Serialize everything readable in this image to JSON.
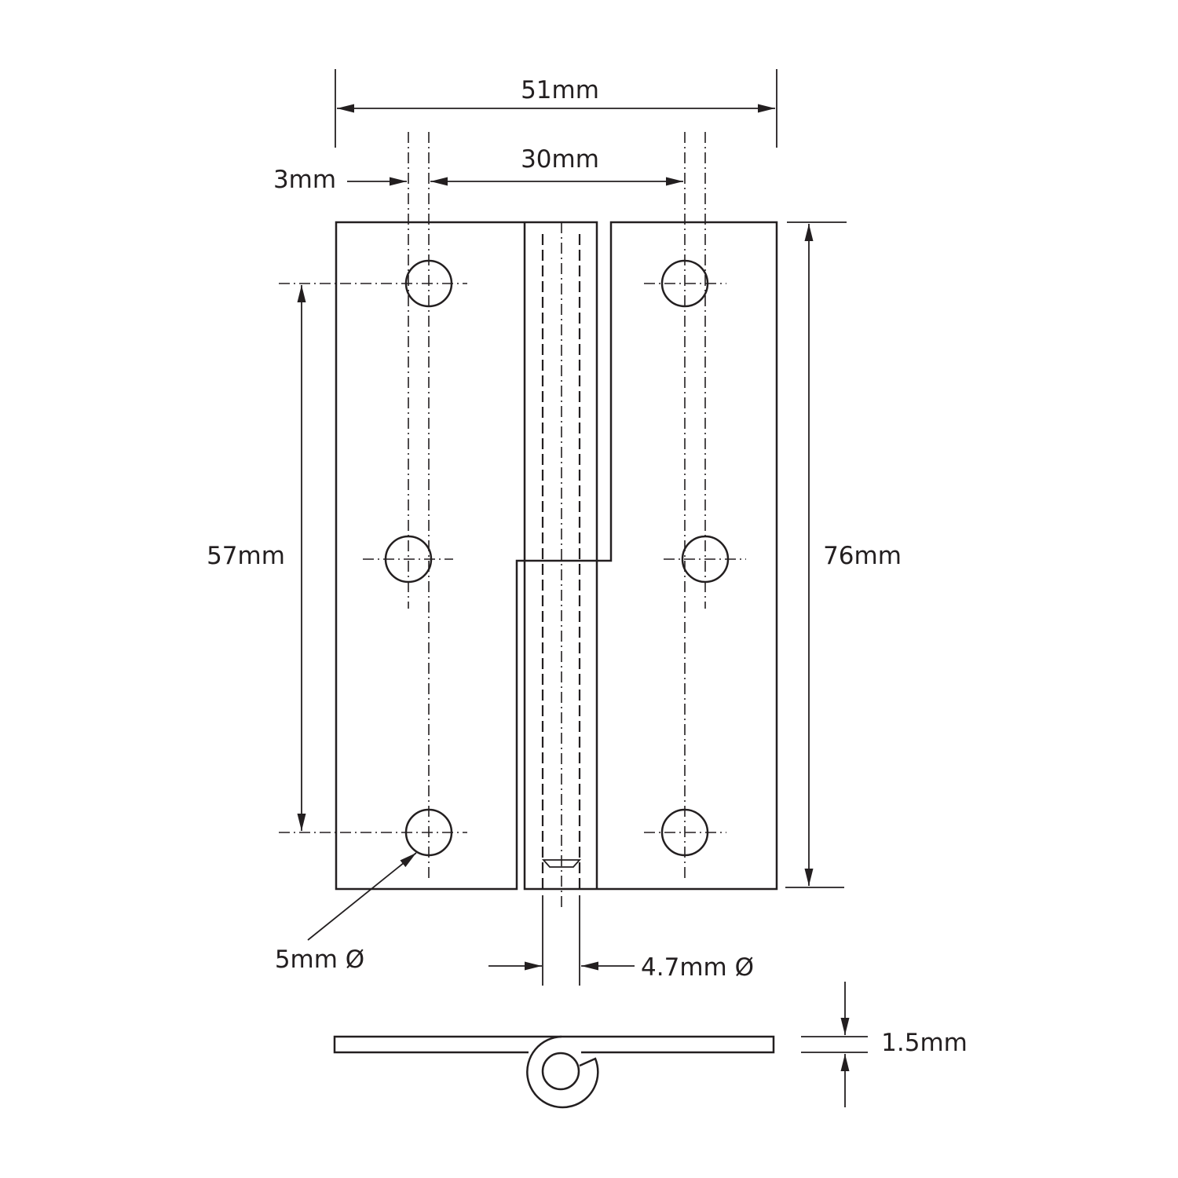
{
  "dimensions": {
    "overall_width": "51mm",
    "hole_spacing_horizontal": "30mm",
    "hole_offset": "3mm",
    "hole_spacing_vertical": "57mm",
    "overall_height": "76mm",
    "hole_diameter": "5mm Ø",
    "pin_diameter": "4.7mm Ø",
    "thickness": "1.5mm"
  },
  "colors": {
    "line": "#231f20",
    "background": "#ffffff"
  }
}
